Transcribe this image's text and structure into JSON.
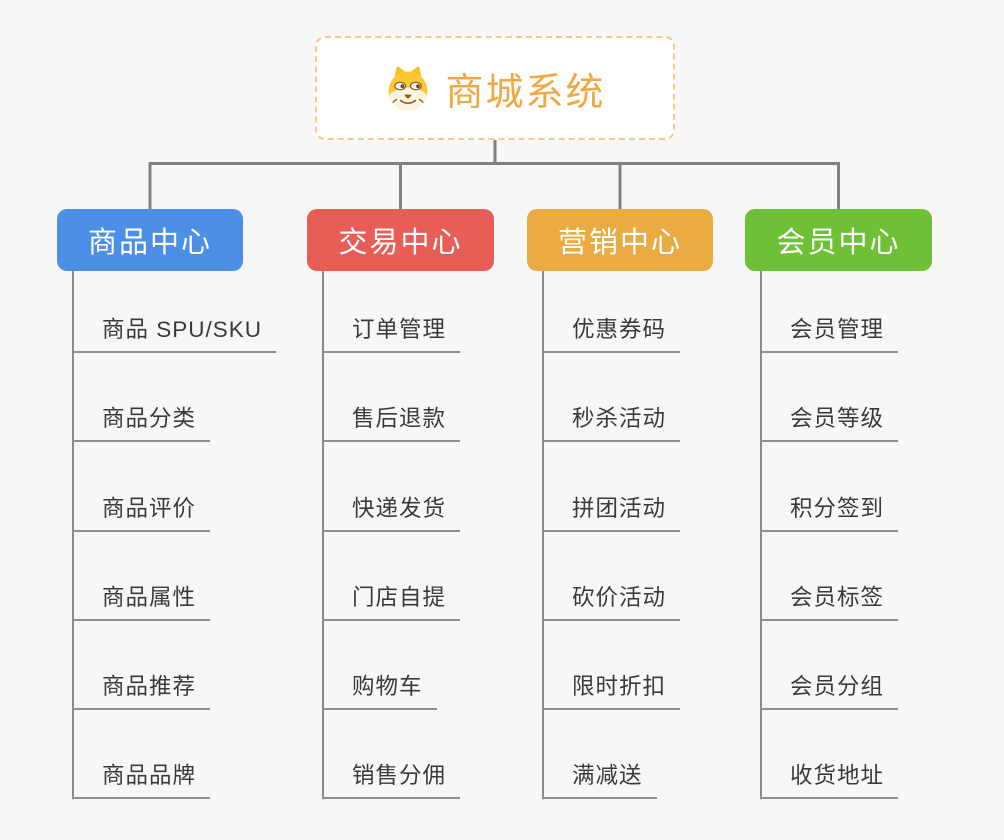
{
  "page": {
    "background": "#f7f7f7"
  },
  "root": {
    "title": "商城系统",
    "icon": "doge-face-icon",
    "title_color": "#f1a842",
    "border_color": "#f5cb85"
  },
  "connectors": {
    "bus_color": "#818181",
    "trunk_color": "#8b8b8b",
    "underline_color": "#8f8f8f"
  },
  "branches": [
    {
      "label": "商品中心",
      "color": "#4d8fe6",
      "children": [
        "商品 SPU/SKU",
        "商品分类",
        "商品评价",
        "商品属性",
        "商品推荐",
        "商品品牌"
      ]
    },
    {
      "label": "交易中心",
      "color": "#e85d56",
      "children": [
        "订单管理",
        "售后退款",
        "快递发货",
        "门店自提",
        "购物车",
        "销售分佣"
      ]
    },
    {
      "label": "营销中心",
      "color": "#eaab43",
      "children": [
        "优惠券码",
        "秒杀活动",
        "拼团活动",
        "砍价活动",
        "限时折扣",
        "满减送"
      ]
    },
    {
      "label": "会员中心",
      "color": "#6ec136",
      "children": [
        "会员管理",
        "会员等级",
        "积分签到",
        "会员标签",
        "会员分组",
        "收货地址"
      ]
    }
  ]
}
